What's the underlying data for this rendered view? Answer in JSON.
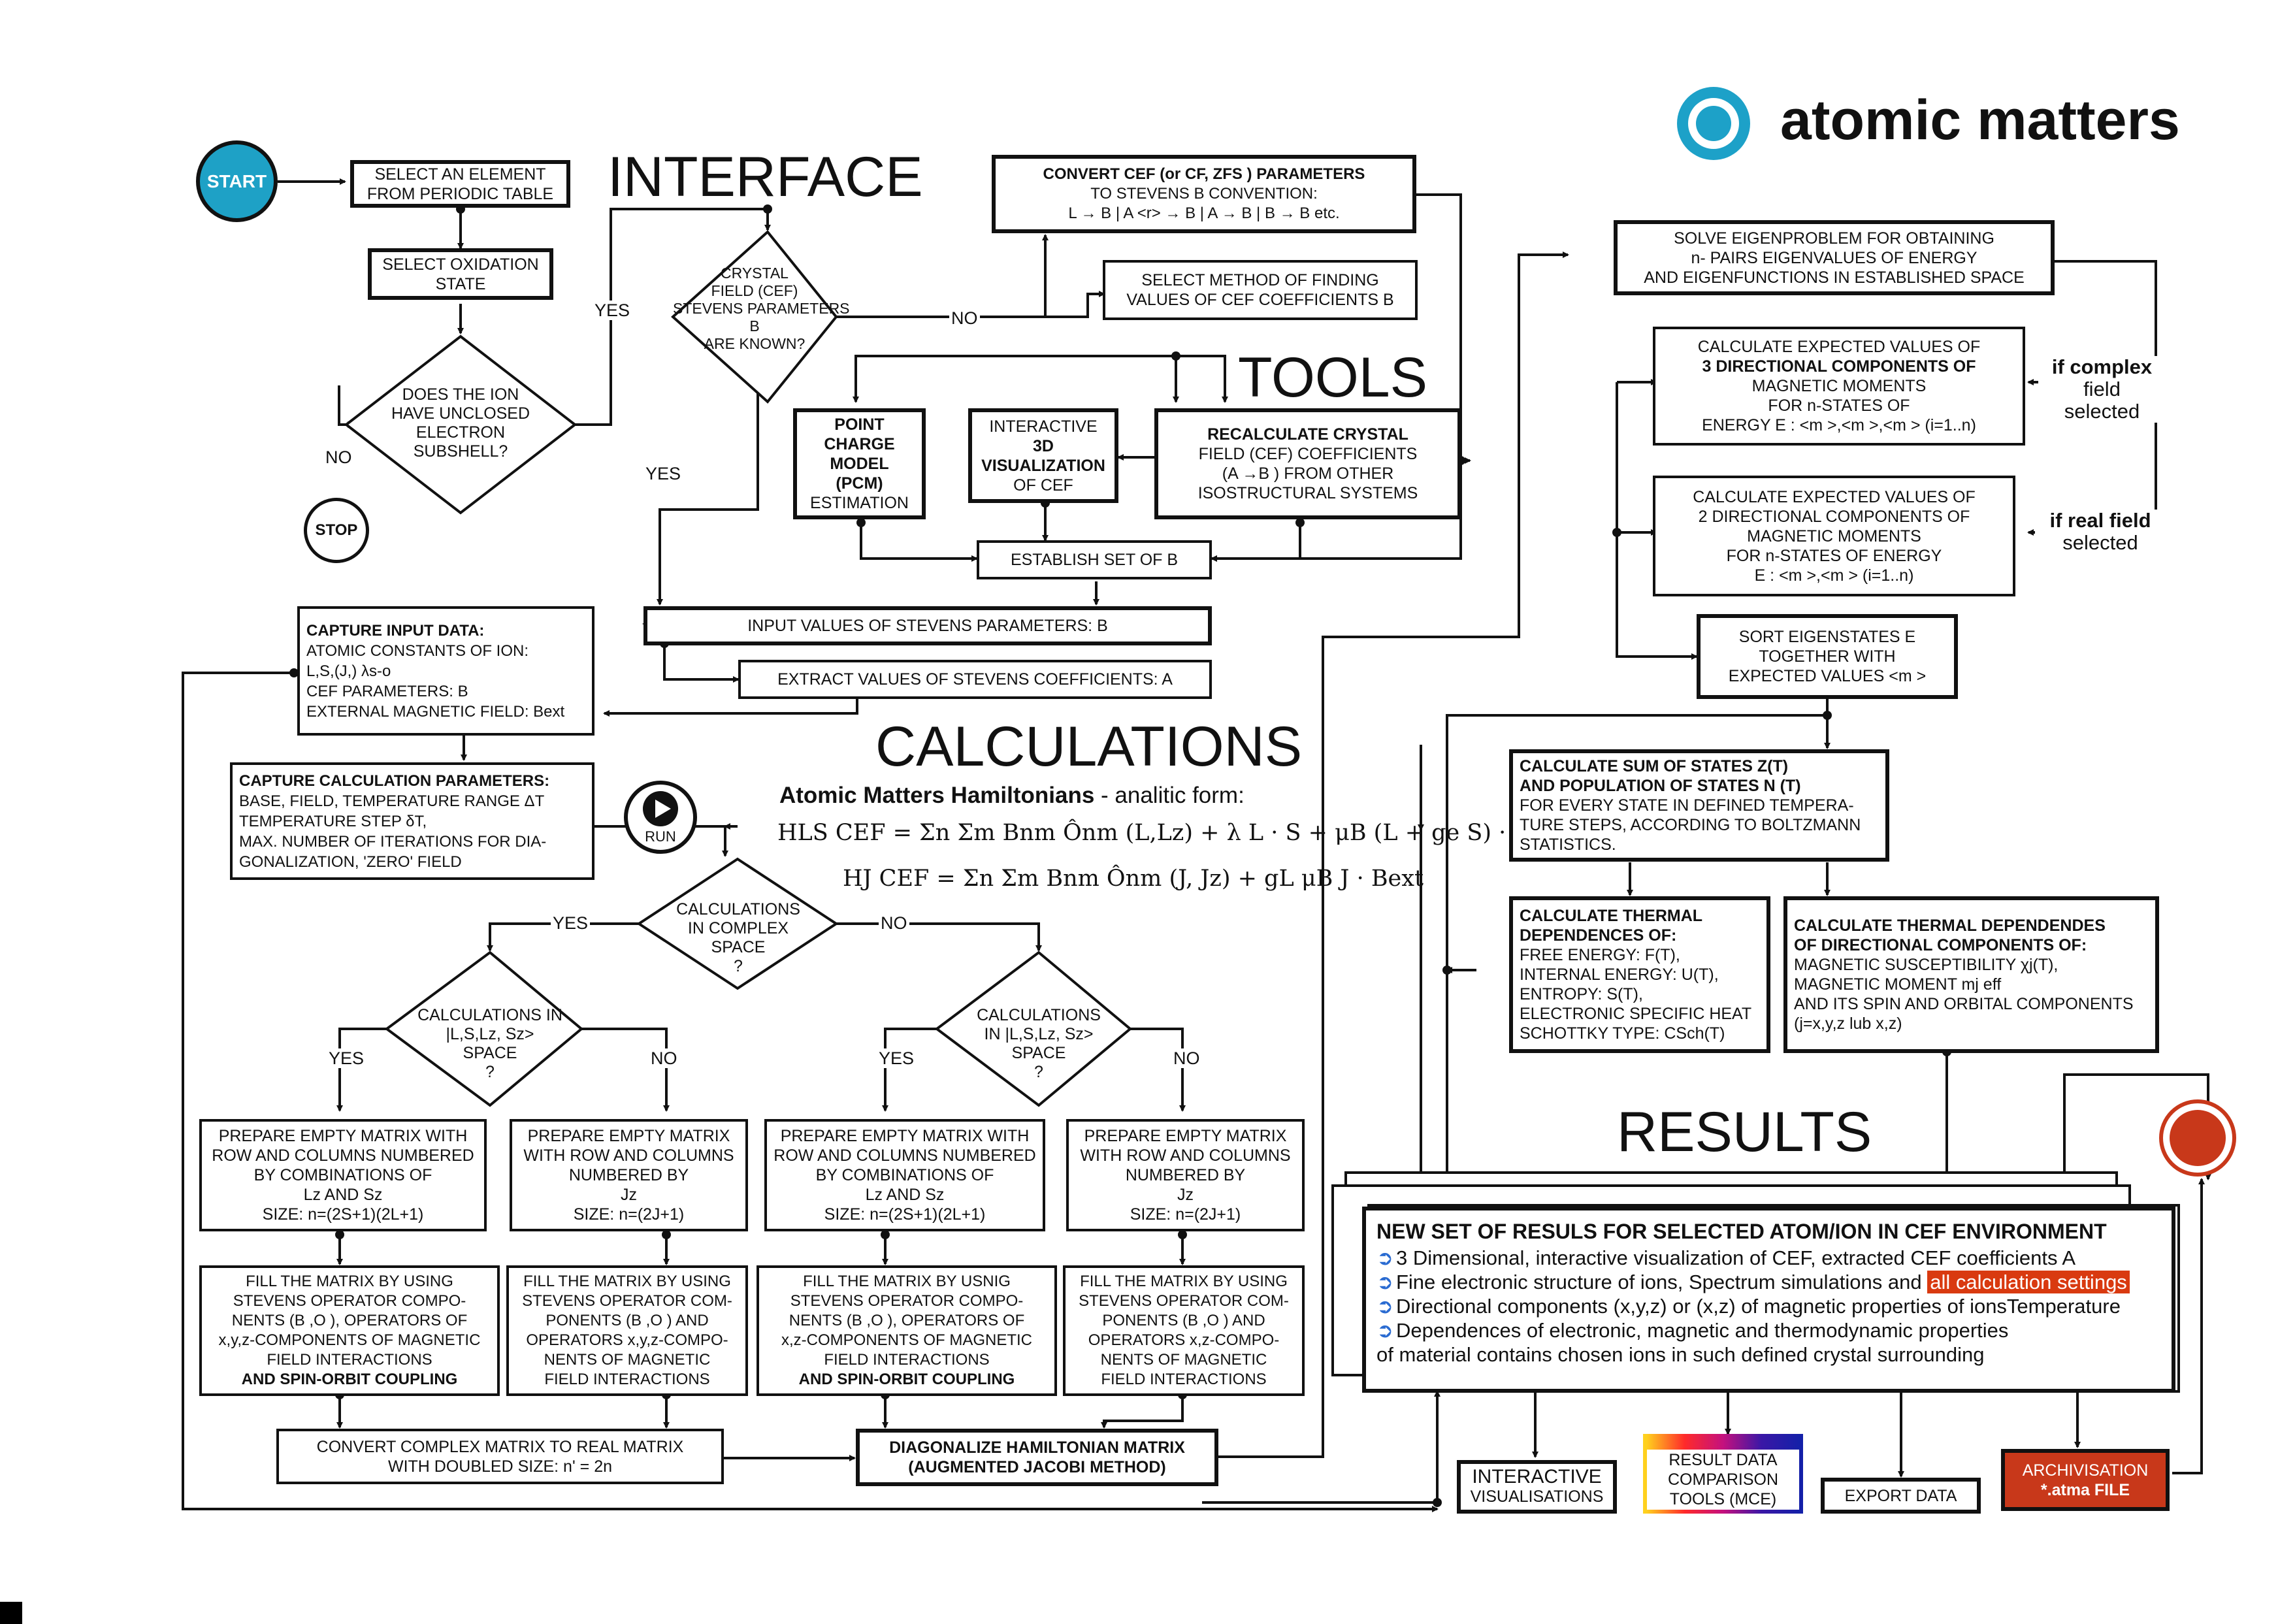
{
  "brand": {
    "name": "atomic matters",
    "accent": "#1da1c8",
    "archive_color": "#c8381a"
  },
  "headings": {
    "interface": "INTERFACE",
    "tools": "TOOLS",
    "calculations": "CALCULATIONS",
    "results": "RESULTS"
  },
  "start": {
    "start": "START",
    "stop": "STOP",
    "run": "RUN"
  },
  "labels": {
    "yes": "YES",
    "no": "NO"
  },
  "nodes": {
    "select_element": [
      "SELECT AN ELEMENT",
      "FROM PERIODIC TABLE"
    ],
    "select_oxidation": [
      "SELECT OXIDATION",
      "STATE"
    ],
    "unclosed": [
      "DOES THE ION",
      "HAVE UNCLOSED",
      "ELECTRON",
      "SUBSHELL?"
    ],
    "cef_known": [
      "CRYSTAL",
      "FIELD (CEF)",
      "STEVENS PARAMETERS",
      "B",
      "ARE KNOWN?"
    ],
    "convert_title": "CONVERT  CEF  (or  CF, ZFS )  PARAMETERS",
    "convert_line2": "TO STEVENS B   CONVENTION:",
    "convert_line3": "L  → B  |  A <r> → B  | A   → B  | B   → B   etc.",
    "select_method": [
      "SELECT  METHOD  OF  FINDING",
      "VALUES OF CEF COEFFICIENTS  B"
    ],
    "pcm": [
      "POINT",
      "CHARGE",
      "MODEL",
      "(PCM)",
      "ESTIMATION"
    ],
    "vis3d": [
      "INTERACTIVE",
      "3D",
      "VISUALIZATION",
      "OF CEF"
    ],
    "recalc": [
      "RECALCULATE  CRYSTAL",
      "FIELD (CEF) COEFFICIENTS",
      "(A →B ) FROM OTHER",
      "ISOSTRUCTURAL SYSTEMS"
    ],
    "establish": "ESTABLISH SET OF  B",
    "input_values": "INPUT  VALUES  OF  STEVENS  PARAMETERS:  B",
    "extract_values": "EXTRACT VALUES OF STEVENS COEFFICIENTS: A",
    "capture_input": [
      "CAPTURE INPUT DATA:",
      "ATOMIC CONSTANTS OF ION:",
      "L,S,(J,) λs-o",
      "CEF PARAMETERS: B",
      "EXTERNAL MAGNETIC FIELD: Bext"
    ],
    "capture_calc": [
      "CAPTURE CALCULATION PARAMETERS:",
      "BASE, FIELD, TEMPERATURE RANGE  ΔT",
      "TEMPERATURE STEP δT,",
      "MAX. NUMBER OF ITERATIONS FOR DIA-",
      "GONALIZATION, 'ZERO' FIELD"
    ],
    "complex_space": [
      "CALCULATIONS",
      "IN COMPLEX",
      "SPACE",
      "?"
    ],
    "lsls_left": [
      "CALCULATIONS IN",
      "|L,S,Lz, Sz>",
      "SPACE",
      "?"
    ],
    "lsls_right": [
      "CALCULATIONS",
      "IN |L,S,Lz, Sz>",
      "SPACE",
      "?"
    ],
    "prep_ls": [
      "PREPARE  EMPTY  MATRIX WITH",
      "ROW AND COLUMNS NUMBERED",
      "BY COMBINATIONS OF",
      "Lz AND Sz",
      "SIZE: n=(2S+1)(2L+1)"
    ],
    "prep_j": [
      "PREPARE  EMPTY  MATRIX",
      "WITH ROW AND COLUMNS",
      "NUMBERED  BY",
      "Jz",
      "SIZE: n=(2J+1)"
    ],
    "fill_ls_left": [
      "FILL THE MATRIX BY USING",
      "STEVENS OPERATOR COMPO-",
      "NENTS  (B ,O ), OPERATORS OF",
      "x,y,z-COMPONENTS OF MAGNETIC",
      "FIELD INTERACTIONS",
      "AND  SPIN-ORBIT COUPLING"
    ],
    "fill_j_left": [
      "FILL THE MATRIX BY USING",
      "STEVENS OPERATOR COM-",
      "PONENTS  (B ,O ) AND",
      "OPERATORS x,y,z-COMPO-",
      "NENTS OF MAGNETIC",
      "FIELD INTERACTIONS"
    ],
    "fill_ls_right": [
      "FILL THE MATRIX BY USNIG",
      "STEVENS OPERATOR COMPO-",
      "NENTS  (B ,O ), OPERATORS OF",
      "x,z-COMPONENTS OF MAGNETIC",
      "FIELD INTERACTIONS",
      "AND  SPIN-ORBIT COUPLING"
    ],
    "fill_j_right": [
      "FILL THE MATRIX BY USING",
      "STEVENS OPERATOR COM-",
      "PONENTS  (B ,O ) AND",
      "OPERATORS x,z-COMPO-",
      "NENTS OF MAGNETIC",
      "FIELD INTERACTIONS"
    ],
    "convert_complex": [
      "CONVERT COMPLEX MATRIX TO REAL MATRIX",
      "WITH DOUBLED SIZE: n' = 2n"
    ],
    "diagonalize": [
      "DIAGONALIZE  HAMILTONIAN  MATRIX",
      "(AUGMENTED JACOBI METHOD)"
    ],
    "eigen": [
      "SOLVE  EIGENPROBLEM  FOR  OBTAINING",
      "n- PAIRS EIGENVALUES OF ENERGY",
      "AND EIGENFUNCTIONS IN ESTABLISHED SPACE"
    ],
    "expected3": [
      "CALCULATE   EXPECTED VALUES  OF",
      "3 DIRECTIONAL COMPONENTS OF",
      "MAGNETIC MOMENTS",
      "FOR n-STATES OF",
      "ENERGY    E : <m >,<m >,<m > (i=1..n)"
    ],
    "expected2": [
      "CALCULATE   EXPECTED  VALUES OF",
      "2 DIRECTIONAL COMPONENTS OF",
      "MAGNETIC MOMENTS",
      "FOR n-STATES OF ENERGY",
      "E : <m >,<m > (i=1..n)"
    ],
    "if_complex": [
      "if complex",
      "field",
      "selected"
    ],
    "if_real": [
      "if real field",
      "selected"
    ],
    "sort": [
      "SORT  EIGENSTATES   E",
      "TOGETHER  WITH",
      "EXPECTED VALUES <m >"
    ],
    "sum_states": [
      "CALCULATE SUM OF STATES   Z(T)",
      "AND POPULATION OF STATES N (T)",
      "FOR EVERY STATE IN  DEFINED TEMPERA-",
      "TURE STEPS, ACCORDING TO BOLTZMANN",
      "STATISTICS."
    ],
    "thermal": [
      "CALCULATE   THERMAL",
      "DEPENDENCES  OF:",
      "FREE ENERGY: F(T),",
      "INTERNAL ENERGY: U(T),",
      "ENTROPY: S(T),",
      "ELECTRONIC SPECIFIC HEAT",
      "SCHOTTKY TYPE: CSch(T)"
    ],
    "thermal_dir": [
      "CALCULATE THERMAL DEPENDENDES",
      "OF DIRECTIONAL COMPONENTS OF:",
      "MAGNETIC SUSCEPTIBILITY χj(T),",
      "MAGNETIC MOMENT  mj eff",
      "AND ITS SPIN AND ORBITAL COMPONENTS",
      "(j=x,y,z lub x,z)"
    ]
  },
  "hamiltonian": {
    "title": "Atomic Matters Hamiltonians",
    "subtitle": " - analitic form:",
    "h_ls": "HLS CEF = Σn Σm Bnm Ônm (L,Lz) + λ L · S + μB (L + ge S) · Bext",
    "h_j": "HJ CEF = Σn Σm Bnm Ônm (J, Jz) + gL μB J · Bext"
  },
  "results": {
    "title": "NEW SET OF RESULS FOR SELECTED ATOM/ION IN CEF ENVIRONMENT",
    "items": [
      "3 Dimensional, interactive visualization of CEF,  extracted CEF coefficients A",
      "Fine electronic structure of ions, Spectrum simulations and ",
      "Directional components (x,y,z) or (x,z) of magnetic properties of  ionsTemperature",
      "Dependences of electronic, magnetic and thermodynamic  properties",
      "  of material contains chosen ions in such defined crystal surrounding"
    ],
    "highlight": "all calculation settings"
  },
  "outputs": {
    "interactive": [
      "INTERACTIVE",
      "VISUALISATIONS"
    ],
    "compare": [
      "RESULT DATA",
      "COMPARISON",
      "TOOLS (MCE)"
    ],
    "export": "EXPORT  DATA",
    "archive": [
      "ARCHIVISATION",
      "*.atma FILE"
    ]
  }
}
